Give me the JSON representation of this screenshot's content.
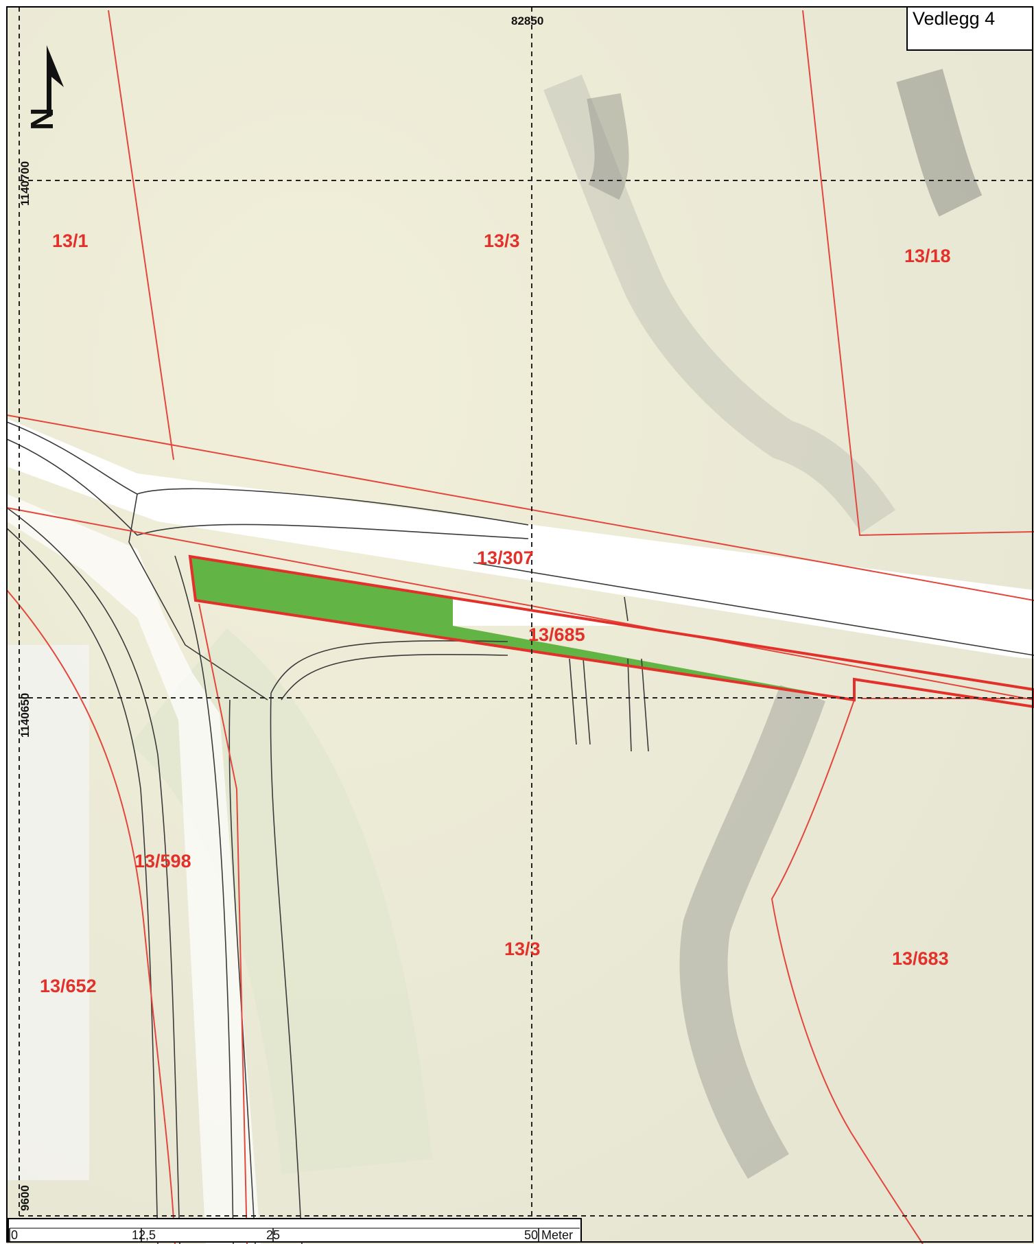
{
  "annex_label": "Vedlegg 4",
  "north_arrow": {
    "icon": "north-arrow-icon",
    "letter": "N"
  },
  "grid": {
    "easting_labels": [
      "82850"
    ],
    "northing_labels": [
      "1140700",
      "1140650",
      "9600"
    ]
  },
  "parcels": [
    {
      "id": "p-13-1",
      "label": "13/1"
    },
    {
      "id": "p-13-3a",
      "label": "13/3"
    },
    {
      "id": "p-13-18",
      "label": "13/18"
    },
    {
      "id": "p-13-307",
      "label": "13/307"
    },
    {
      "id": "p-13-685",
      "label": "13/685"
    },
    {
      "id": "p-13-598",
      "label": "13/598"
    },
    {
      "id": "p-13-3b",
      "label": "13/3"
    },
    {
      "id": "p-13-683",
      "label": "13/683"
    },
    {
      "id": "p-13-652",
      "label": "13/652"
    }
  ],
  "scale_bar": {
    "ticks": [
      "0",
      "12,5",
      "25",
      "50 Meter"
    ]
  },
  "colors": {
    "boundary": "#e2463c",
    "highlight_fill": "#62b544",
    "label": "#e2302a",
    "ground": "#ecebd8"
  }
}
